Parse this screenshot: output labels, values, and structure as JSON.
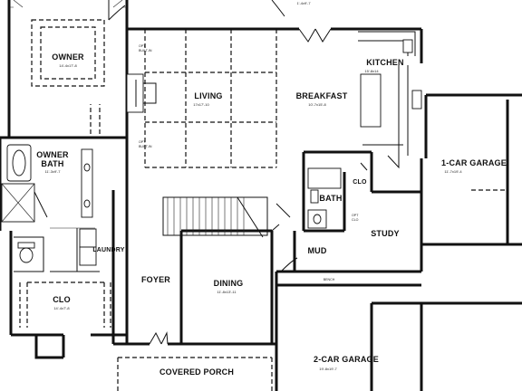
{
  "plan": {
    "rooms": {
      "owner": {
        "name": "OWNER",
        "dim": "14'-4x17'-8"
      },
      "owner_bath": {
        "name_line1": "OWNER",
        "name_line2": "BATH",
        "dim": "11'-3x9'-7"
      },
      "living": {
        "name": "LIVING",
        "dim": "17x17'-10"
      },
      "breakfast": {
        "name": "BREAKFAST",
        "dim": "10'-7x15'-8"
      },
      "kitchen": {
        "name": "KITCHEN",
        "dim": "15'-8x14"
      },
      "garage_1": {
        "name": "1-CAR GARAGE",
        "dim": "11'-7x19'-4"
      },
      "bath": {
        "name": "BATH"
      },
      "clo_small": {
        "name": "CLO"
      },
      "study": {
        "name": "STUDY"
      },
      "mud": {
        "name": "MUD"
      },
      "laundry": {
        "name": "LAUNDRY"
      },
      "clo_owner": {
        "name": "CLO",
        "dim": "14'-4x7'-8"
      },
      "foyer": {
        "name": "FOYER"
      },
      "dining": {
        "name": "DINING",
        "dim": "11'-8x13'-11"
      },
      "garage_2": {
        "name": "2-CAR GARAGE",
        "dim": "19'-8x19'-7"
      },
      "porch": {
        "name": "COVERED PORCH"
      }
    },
    "notes": {
      "builtin_top_line1": "OPT.",
      "builtin_top_line2": "BUILT-IN",
      "builtin_bot_line1": "OPT.",
      "builtin_bot_line2": "BUILT-IN",
      "opt_clo_line1": "OPT",
      "opt_clo_line2": "CLO",
      "bench": "BENCH",
      "top_dim": "1'-4x9'-7"
    }
  }
}
